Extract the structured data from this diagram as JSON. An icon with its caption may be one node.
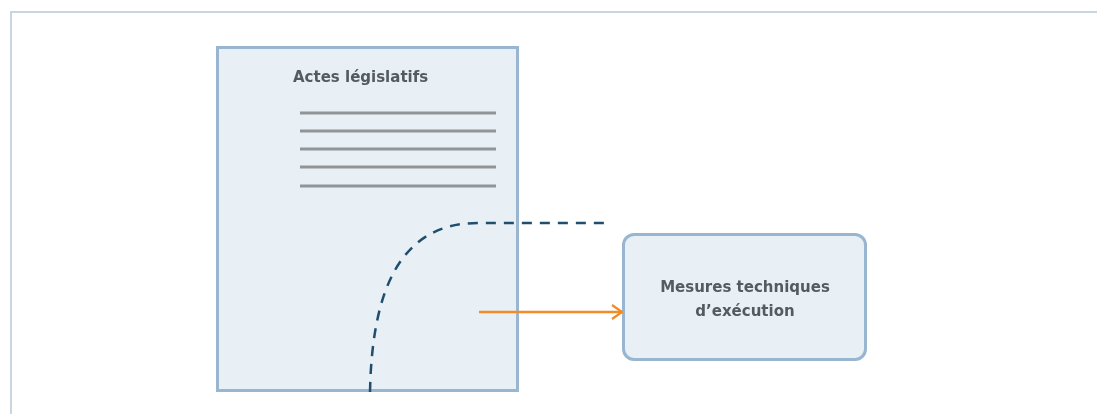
{
  "diagram": {
    "nodes": [
      {
        "text": [
          "Actes législatifs"
        ]
      },
      {
        "text": [
          "Mesures techniques d’exécution"
        ]
      }
    ],
    "edges": [
      {
        "from": 0,
        "to": 1,
        "arrow": "to",
        "color": "#f28c28"
      }
    ]
  }
}
